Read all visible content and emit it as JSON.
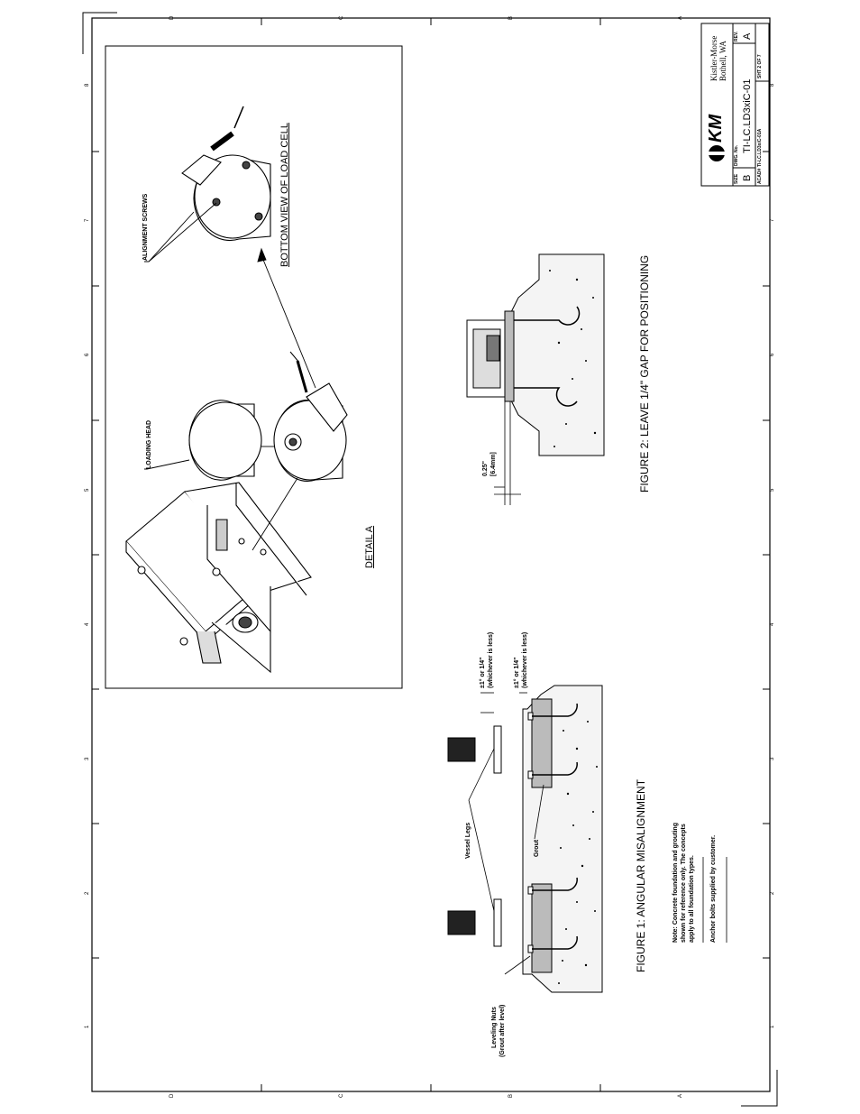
{
  "drawing": {
    "detail_title": "DETAIL A",
    "bottom_view_title": "BOTTOM VIEW OF LOAD CELL",
    "alignment_screws_label": "ALIGNMENT SCREWS",
    "loading_head_label": "LOADING HEAD",
    "figure1_caption": "FIGURE 1: ANGULAR MISALIGNMENT",
    "figure2_caption": "FIGURE 2: LEAVE 1/4\" GAP FOR POSITIONING",
    "gap_dim_value": "0.25\"",
    "gap_dim_metric": "[6.4mm]",
    "misalign_dim_1": "±1° or 1/4\"",
    "misalign_dim_1_note": "(whichever is less)",
    "misalign_dim_2": "±1° or 1/4\"",
    "misalign_dim_2_note": "(whichever is less)",
    "vessel_legs_label": "Vessel Legs",
    "grout_label": "Grout",
    "leveling_nuts_label": "Leveling Nuts",
    "leveling_nuts_note": "(Grout after level)",
    "note_line_1": "Note: Concrete foundation and grouting",
    "note_line_2": "shown for reference only. The concepts",
    "note_line_3": "apply to all foundation types.",
    "anchor_note": "Anchor bolts supplied by customer."
  },
  "title_block": {
    "logo_text": "KM",
    "company_name": "Kistler-Morse",
    "company_location": "Bothell, WA",
    "size_label": "SIZE",
    "size_value": "B",
    "dwg_label": "DWG. No.",
    "dwg_value": "TI-LC.LD3xiC-01",
    "rev_label": "REV.",
    "rev_value": "A",
    "acad_label": "ACAD#",
    "acad_value": "TI-LC.LD3xiC-01A",
    "sheet_value": "SHT 2 OF 7"
  },
  "zones": {
    "letters": [
      "D",
      "C",
      "B",
      "A"
    ],
    "numbers": [
      "1",
      "2",
      "3",
      "4",
      "5",
      "6",
      "7",
      "8"
    ]
  }
}
